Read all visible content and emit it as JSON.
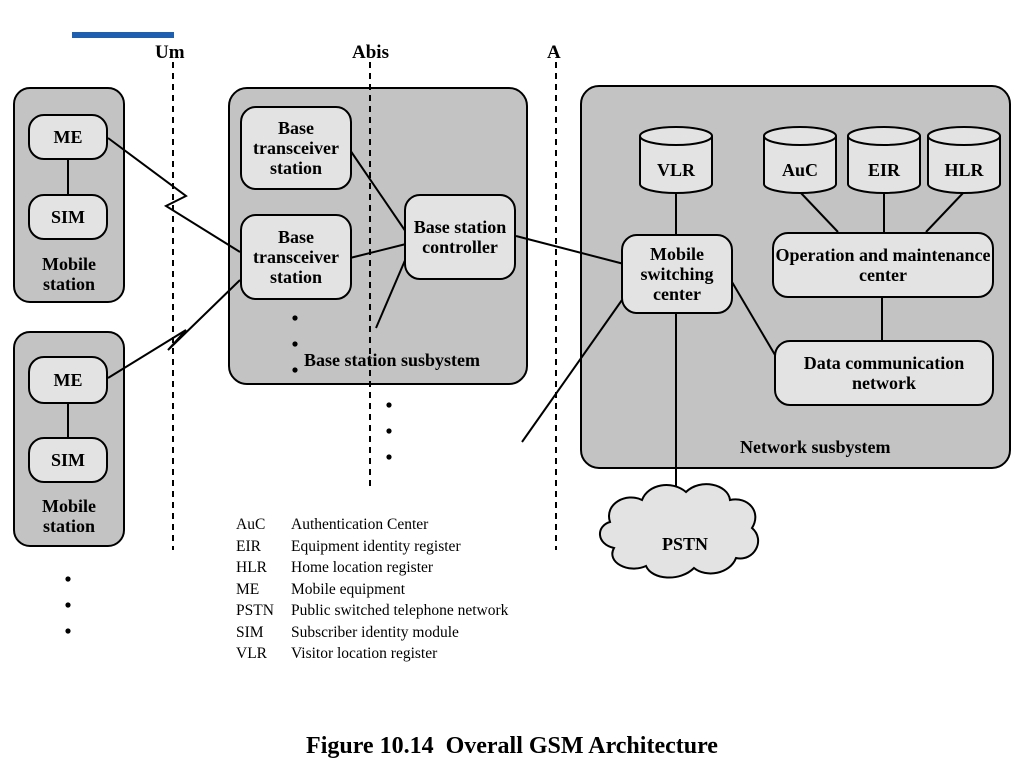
{
  "interfaces": {
    "um": "Um",
    "abis": "Abis",
    "a": "A"
  },
  "mobile_station_1": {
    "me": "ME",
    "sim": "SIM",
    "label": "Mobile station"
  },
  "mobile_station_2": {
    "me": "ME",
    "sim": "SIM",
    "label": "Mobile station"
  },
  "bss": {
    "bts_1": "Base transceiver station",
    "bts_2": "Base transceiver station",
    "bsc": "Base station controller",
    "label": "Base station susbystem"
  },
  "nss": {
    "vlr": "VLR",
    "auc": "AuC",
    "eir": "EIR",
    "hlr": "HLR",
    "msc": "Mobile switching center",
    "omc": "Operation and maintenance center",
    "dcn": "Data communication network",
    "label": "Network susbystem"
  },
  "pstn": "PSTN",
  "legend": [
    {
      "abbr": "AuC",
      "desc": "Authentication Center"
    },
    {
      "abbr": "EIR",
      "desc": "Equipment identity register"
    },
    {
      "abbr": "HLR",
      "desc": "Home location register"
    },
    {
      "abbr": "ME",
      "desc": "Mobile equipment"
    },
    {
      "abbr": "PSTN",
      "desc": "Public switched telephone network"
    },
    {
      "abbr": "SIM",
      "desc": "Subscriber identity module"
    },
    {
      "abbr": "VLR",
      "desc": "Visitor location register"
    }
  ],
  "caption": "Figure 10.14  Overall GSM Architecture",
  "colors": {
    "container": "#c3c3c3",
    "component": "#e3e3e3",
    "accent_bar": "#1f5fb0"
  }
}
